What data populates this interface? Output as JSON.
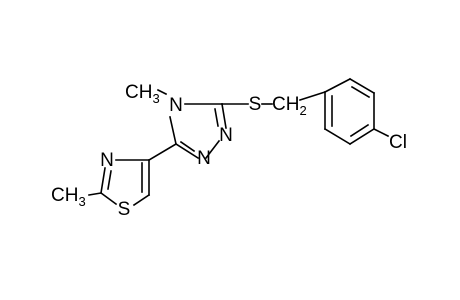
{
  "structure": {
    "atoms": {
      "n4_methyl": {
        "main": "CH",
        "sub": "3"
      },
      "n4": "N",
      "s_thio": "S",
      "ch2": {
        "main": "CH",
        "sub": "2"
      },
      "cl": "Cl",
      "n1": "N",
      "n2": "N",
      "thiazole_n": "N",
      "thiazole_s": "S",
      "thiazole_methyl": {
        "main": "CH",
        "sub": "3"
      }
    }
  }
}
